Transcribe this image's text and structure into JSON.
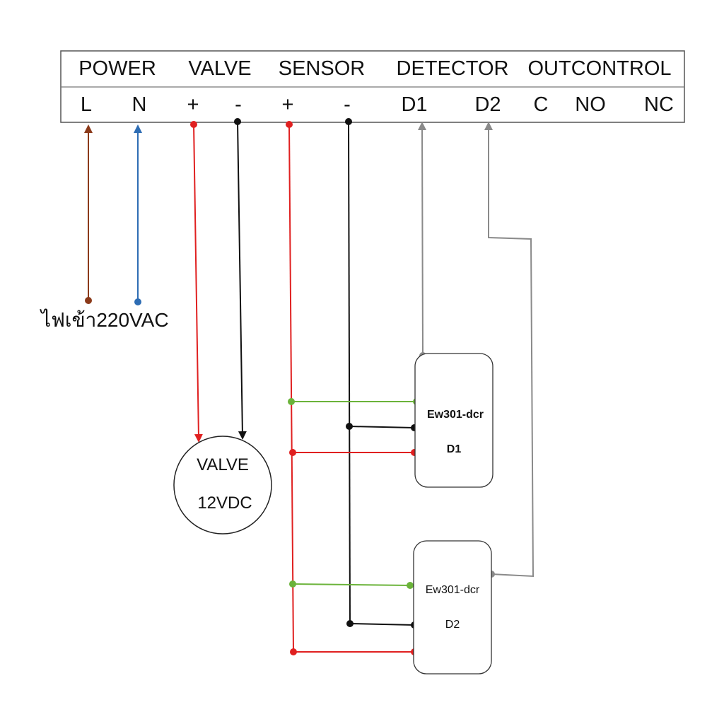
{
  "terminal_block": {
    "groups": [
      "POWER",
      "VALVE",
      "SENSOR",
      "DETECTOR",
      "OUTCONTROL"
    ],
    "terminals": [
      "L",
      "N",
      "+",
      "-",
      "+",
      "-",
      "D1",
      "D2",
      "C",
      "NO",
      "NC"
    ]
  },
  "power_input_label": "ไฟเข้า220VAC",
  "valve": {
    "line1": "VALVE",
    "line2": "12VDC"
  },
  "detectors": [
    {
      "model": "Ew301-dcr",
      "id": "D1"
    },
    {
      "model": "Ew301-dcr",
      "id": "D2"
    }
  ],
  "colors": {
    "live_wire": "#8B3A1A",
    "neutral_wire": "#2E6DB4",
    "positive_wire": "#E02020",
    "negative_wire": "#111111",
    "signal_wire": "#6BB33A",
    "detector_wire": "#8A8A8A"
  }
}
